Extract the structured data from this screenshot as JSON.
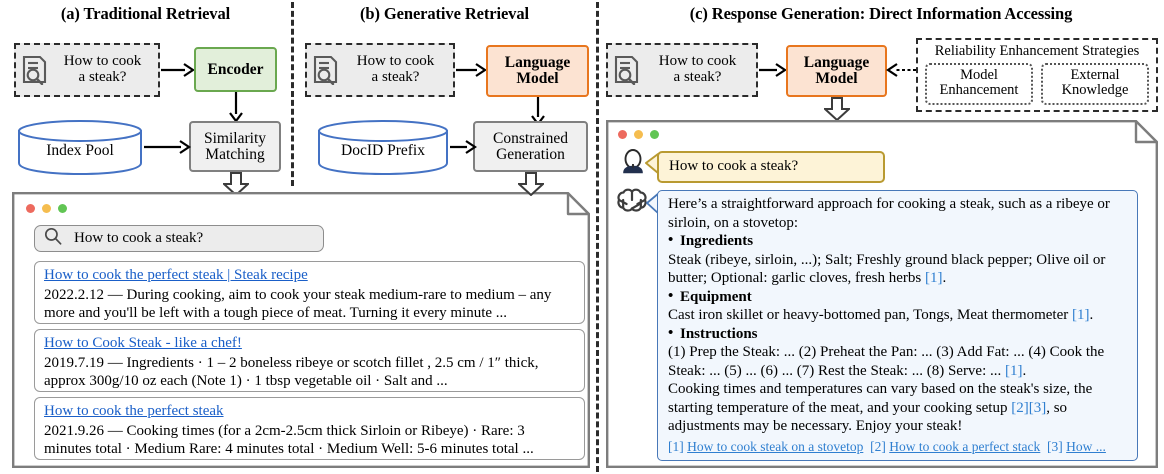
{
  "panels": {
    "a": {
      "title": "(a) Traditional Retrieval"
    },
    "b": {
      "title": "(b) Generative Retrieval"
    },
    "c": {
      "title": "(c) Response Generation: Direct Information Accessing"
    }
  },
  "query": {
    "text": "How to cook\na steak?",
    "icon": "document-search-icon"
  },
  "nodes": {
    "encoder": "Encoder",
    "similarity_matching": "Similarity\nMatching",
    "index_pool": "Index Pool",
    "language_model": "Language\nModel",
    "constrained_generation": "Constrained\nGeneration",
    "docid_prefix": "DocID Prefix"
  },
  "strategies": {
    "title": "Reliability Enhancement Strategies",
    "items": [
      {
        "label": "Model\nEnhancement"
      },
      {
        "label": "External\nKnowledge"
      }
    ]
  },
  "browser": {
    "traffic_lights": [
      "red",
      "yellow",
      "green"
    ],
    "search": {
      "value": "How to cook a steak?",
      "icon": "search-icon"
    },
    "results": [
      {
        "title": "How to cook the perfect steak | Steak recipe",
        "snippet": "2022.2.12 — During cooking, aim to cook your steak medium-rare to medium – any more and you'll be left with a tough piece of meat. Turning it every minute ..."
      },
      {
        "title": "How to Cook Steak - like a chef!",
        "snippet": "2019.7.19 — Ingredients · 1 – 2 boneless ribeye or scotch fillet , 2.5 cm / 1″ thick, approx 300g/10 oz each (Note 1) · 1 tbsp vegetable oil · Salt and ..."
      },
      {
        "title": "How to cook the perfect steak",
        "snippet": "2021.9.26 — Cooking times (for a 2cm-2.5cm thick Sirloin or Ribeye) · Rare: 3 minutes total · Medium Rare: 4 minutes total · Medium Well: 5-6 minutes total ..."
      }
    ]
  },
  "chat": {
    "traffic_lights": [
      "red",
      "yellow",
      "green"
    ],
    "user": {
      "avatar": "user-avatar-icon",
      "message": "How to cook a steak?"
    },
    "assistant": {
      "avatar": "openai-logo-icon",
      "intro": "Here’s a straightforward approach for cooking a steak, such as a ribeye or sirloin, on a stovetop:",
      "sections": [
        {
          "heading": "Ingredients",
          "body_before": "Steak (ribeye, sirloin, ...); Salt; Freshly ground black pepper; Olive oil or butter; Optional: garlic cloves, fresh herbs ",
          "citation": "[1]",
          "body_after": "."
        },
        {
          "heading": "Equipment",
          "body_before": "Cast iron skillet or heavy-bottomed pan, Tongs, Meat thermometer ",
          "citation": "[1]",
          "body_after": "."
        },
        {
          "heading": "Instructions",
          "body_before": "(1) Prep the Steak: ... (2) Preheat the Pan: ... (3) Add Fat: ... (4) Cook the Steak: ... (5) ... (6) ... (7) Rest the Steak: ... (8) Serve: ... ",
          "citation": "[1]",
          "body_after": "."
        }
      ],
      "closing_before": "Cooking times and temperatures can vary based on the steak's size, the starting temperature of the meat, and your cooking setup ",
      "closing_citation": "[2][3]",
      "closing_after": ", so adjustments may be necessary. Enjoy your steak!",
      "references": [
        {
          "num": "[1]",
          "label": "How to cook steak on a stovetop"
        },
        {
          "num": "[2]",
          "label": "How to cook a perfect stack"
        },
        {
          "num": "[3]",
          "label": "How ..."
        }
      ]
    }
  },
  "colors": {
    "encoder_fill": "#e2efda",
    "encoder_border": "#6aa84f",
    "lm_fill": "#fce3d2",
    "lm_border": "#e8761e",
    "gray_fill": "#f0f0f0",
    "gray_border": "#808080",
    "cylinder_border": "#4472c4",
    "link_blue": "#1a5fc8",
    "citation_blue": "#2f7fd0",
    "user_bubble": "#fdf3d7",
    "user_bubble_border": "#b99a31",
    "ai_bubble": "#f2f7fd",
    "ai_bubble_border": "#4878b8"
  }
}
